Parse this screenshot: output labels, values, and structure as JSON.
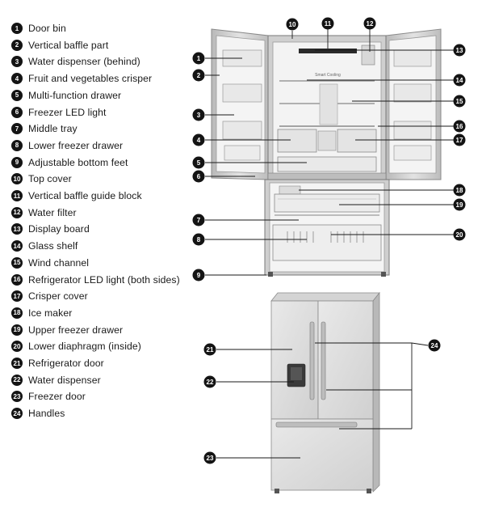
{
  "legend": [
    {
      "num": "1",
      "label": "Door bin"
    },
    {
      "num": "2",
      "label": "Vertical baffle part"
    },
    {
      "num": "3",
      "label": "Water dispenser (behind)"
    },
    {
      "num": "4",
      "label": "Fruit and vegetables crisper"
    },
    {
      "num": "5",
      "label": "Multi-function drawer"
    },
    {
      "num": "6",
      "label": "Freezer LED light"
    },
    {
      "num": "7",
      "label": "Middle tray"
    },
    {
      "num": "8",
      "label": "Lower freezer drawer"
    },
    {
      "num": "9",
      "label": "Adjustable bottom feet"
    },
    {
      "num": "10",
      "label": "Top cover"
    },
    {
      "num": "11",
      "label": "Vertical baffle guide block"
    },
    {
      "num": "12",
      "label": "Water filter"
    },
    {
      "num": "13",
      "label": "Display board"
    },
    {
      "num": "14",
      "label": "Glass shelf"
    },
    {
      "num": "15",
      "label": "Wind channel"
    },
    {
      "num": "16",
      "label": "Refrigerator LED light (both sides)"
    },
    {
      "num": "17",
      "label": "Crisper cover"
    },
    {
      "num": "18",
      "label": "Ice maker"
    },
    {
      "num": "19",
      "label": "Upper freezer drawer"
    },
    {
      "num": "20",
      "label": "Lower diaphragm  (inside)"
    },
    {
      "num": "21",
      "label": "Refrigerator door"
    },
    {
      "num": "22",
      "label": "Water dispenser"
    },
    {
      "num": "23",
      "label": "Freezer door"
    },
    {
      "num": "24",
      "label": "Handles"
    }
  ],
  "display_board_text": "Smart Cooling",
  "colors": {
    "callout": "#141414",
    "line": "#1a1a1a",
    "steel": "#c9c9c9",
    "liner": "#f2f2f2"
  }
}
